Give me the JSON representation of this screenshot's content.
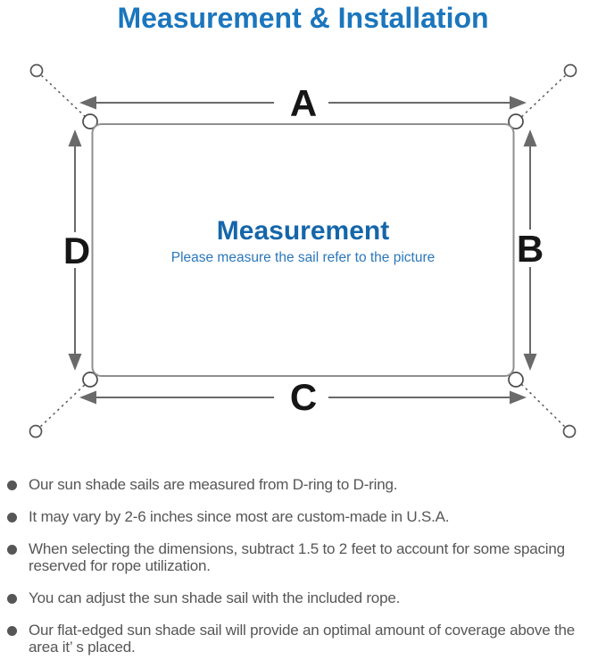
{
  "title": "Measurement & Installation",
  "diagram": {
    "labels": {
      "top": "A",
      "right": "B",
      "bottom": "C",
      "left": "D"
    },
    "center_title": "Measurement",
    "center_subtitle": "Please measure the sail refer to the picture"
  },
  "notes": [
    "Our sun shade sails are measured from D-ring to D-ring.",
    "It may vary by 2-6 inches since most are custom-made in U.S.A.",
    "When selecting the dimensions, subtract 1.5 to 2 feet to account for some spacing reserved for rope utilization.",
    "You can adjust the sun shade sail with the included rope.",
    "Our flat-edged sun shade sail will provide an optimal amount of coverage above the area it’ s placed."
  ],
  "colors": {
    "title_blue": "#1b76bd",
    "measurement_blue": "#1566aa",
    "subtitle_blue": "#2b77bb",
    "note_text_gray": "#565656",
    "outline_gray": "#8f8f8f",
    "arrow_gray": "#6a6a6a",
    "dimension_letter": "#161616"
  }
}
